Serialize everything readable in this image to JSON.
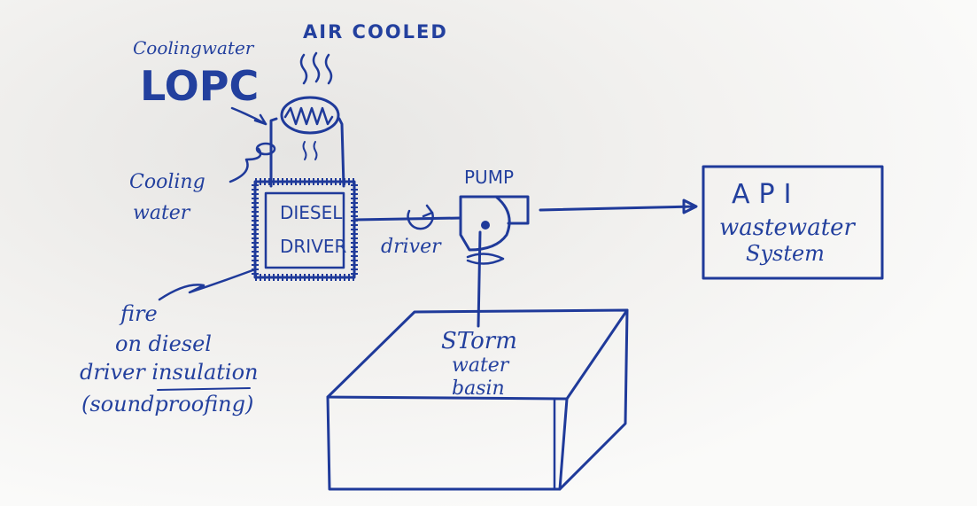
{
  "labels": {
    "air_cooled": "AIR COOLED",
    "cooling_water_top": "Coolingwater",
    "lopc": "LOPC",
    "cooling_water_left_1": "Cooling",
    "cooling_water_left_2": "water",
    "diesel_driver_1": "DIESEL",
    "diesel_driver_2": "DRIVER",
    "driver": "driver",
    "pump": "PUMP",
    "api_1": "API",
    "api_2": "wastewater",
    "api_3": "System",
    "storm_1": "STorm",
    "storm_2": "water",
    "storm_3": "basin",
    "fire_1": "fire",
    "fire_2": "on diesel",
    "fire_3": "driver insulation",
    "fire_4": "(soundproofing)"
  }
}
